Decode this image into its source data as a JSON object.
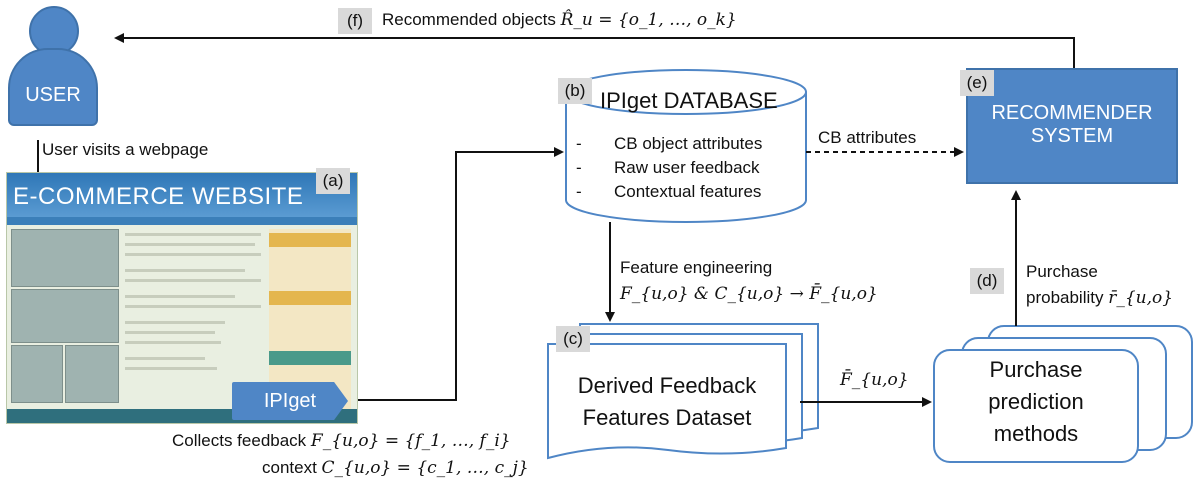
{
  "nodes": {
    "user": "USER",
    "website": "E-COMMERCE WEBSITE",
    "ipiget": "IPIget",
    "database": "IPIget DATABASE",
    "recommender_line1": "RECOMMENDER",
    "recommender_line2": "SYSTEM",
    "dataset_line1": "Derived Feedback",
    "dataset_line2": "Features Dataset",
    "methods_line1": "Purchase",
    "methods_line2": "prediction",
    "methods_line3": "methods"
  },
  "database_items": [
    "CB object attributes",
    "Raw user feedback",
    "Contextual features"
  ],
  "tags": {
    "a": "(a)",
    "b": "(b)",
    "c": "(c)",
    "d": "(d)",
    "e": "(e)",
    "f": "(f)"
  },
  "labels": {
    "visits": "User visits a webpage",
    "collects": "Collects feedback",
    "collects_math": "F_{u,o} = {f_1, …, f_i}",
    "context": "context",
    "context_math": "C_{u,o} = {c_1, …, c_j}",
    "feature_eng": "Feature engineering",
    "feature_eng_math": "F_{u,o} & C_{u,o} → F̄_{u,o}",
    "cb_attributes": "CB attributes",
    "fbar": "F̄_{u,o}",
    "purchase": "Purchase",
    "probability": "probability",
    "probability_math": "r̄_{u,o}",
    "recommended": "Recommended objects",
    "recommended_math": "R̂_u = {o_1, …, o_k}"
  }
}
